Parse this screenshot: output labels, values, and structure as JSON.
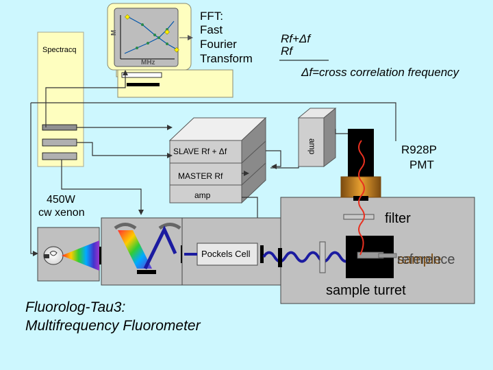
{
  "fft": {
    "title": "FFT:",
    "line1": "Fast",
    "line2": "Fourier",
    "line3": "Transform"
  },
  "monitor": {
    "y_label": "M",
    "x_label": "MHz"
  },
  "spectracq": {
    "label": "Spectracq"
  },
  "formula": {
    "numerator": "Rf+Δf",
    "denominator": "Rf",
    "definition": "Δf=cross correlation frequency"
  },
  "slave": {
    "label": "SLAVE Rf + Δf"
  },
  "master": {
    "label": "MASTER Rf"
  },
  "amp_box": {
    "label": "amp"
  },
  "amp_vertical": {
    "label": "amp"
  },
  "pmt": {
    "line1": "R928P",
    "line2": "PMT"
  },
  "lamp": {
    "line1": "450W",
    "line2": "cw xenon"
  },
  "pockels": {
    "label": "Pockels Cell"
  },
  "filter": {
    "label": "filter"
  },
  "sample": {
    "label_a": "sample",
    "label_b": "reference"
  },
  "turret": {
    "label": "sample turret"
  },
  "caption": {
    "line1": "Fluorolog-Tau3:",
    "line2": "Multifrequency Fluorometer"
  },
  "colors": {
    "background": "#cdf7fe",
    "panel": "#fefebf",
    "gray_box": "#c0c0c0",
    "beam": "#1b1ba0",
    "pmt_base": "#c87818",
    "signal": "#e83020"
  }
}
